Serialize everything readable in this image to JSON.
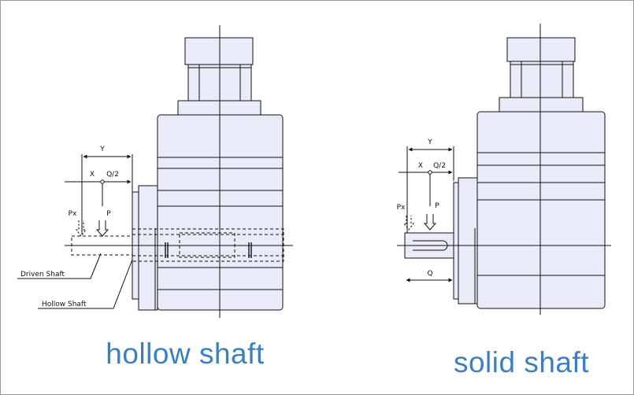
{
  "colors": {
    "body_fill": "#e9ecf8",
    "line": "#111111",
    "caption": "#3c7fc0"
  },
  "hollow": {
    "labels": {
      "y": "Y",
      "x": "X",
      "q2": "Q/2",
      "px": "Px",
      "p": "P",
      "driven_shaft": "Driven Shaft",
      "hollow_shaft": "Hollow Shaft"
    },
    "caption": "hollow shaft"
  },
  "solid": {
    "labels": {
      "y": "Y",
      "x": "X",
      "q2": "Q/2",
      "px": "Px",
      "p": "P",
      "q": "Q"
    },
    "caption": "solid shaft"
  }
}
